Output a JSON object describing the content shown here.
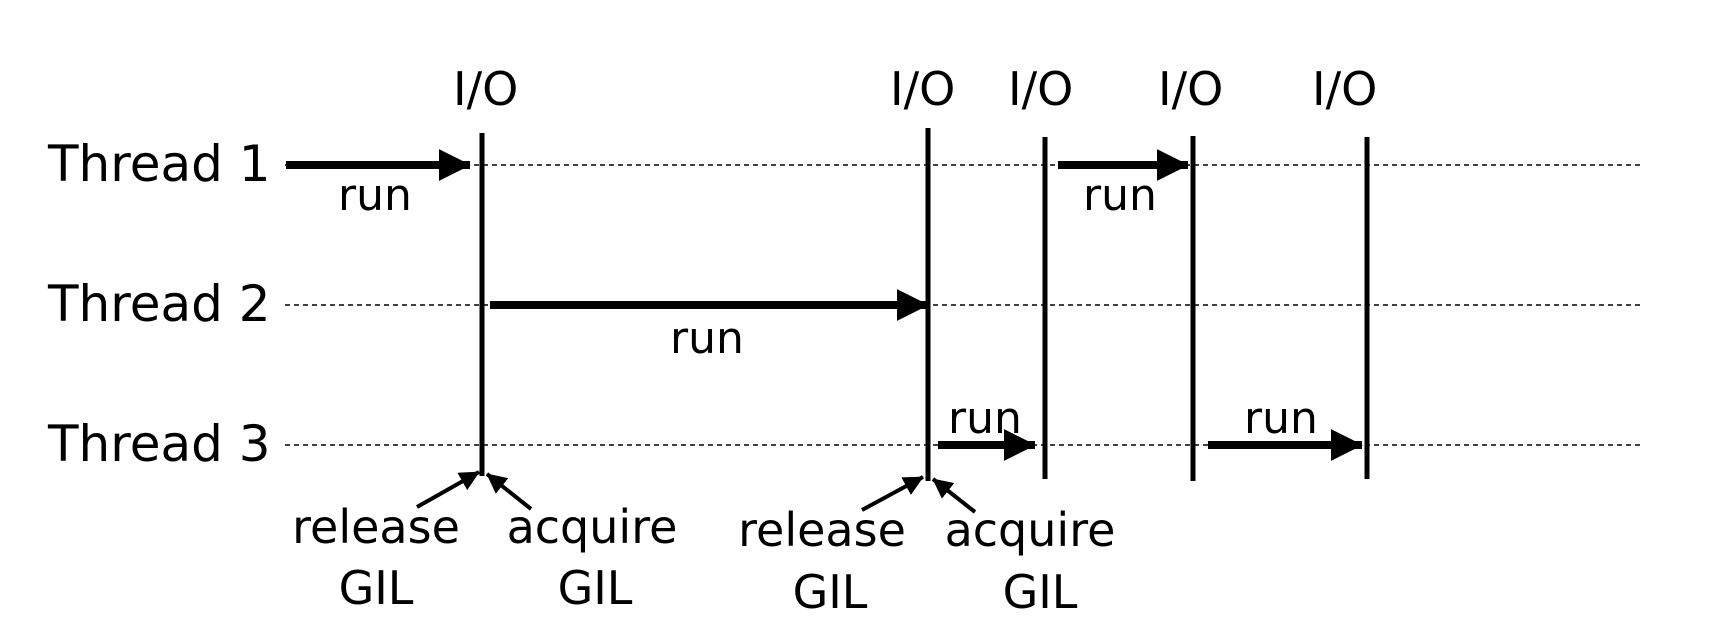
{
  "threads": {
    "t1": "Thread 1",
    "t2": "Thread 2",
    "t3": "Thread 3"
  },
  "io_labels": [
    "I/O",
    "I/O",
    "I/O",
    "I/O",
    "I/O"
  ],
  "run_labels": [
    "run",
    "run",
    "run",
    "run",
    "run"
  ],
  "gil_events": [
    {
      "line1": "release",
      "line2": "GIL"
    },
    {
      "line1": "acquire",
      "line2": "GIL"
    },
    {
      "line1": "release",
      "line2": "GIL"
    },
    {
      "line1": "acquire",
      "line2": "GIL"
    }
  ]
}
